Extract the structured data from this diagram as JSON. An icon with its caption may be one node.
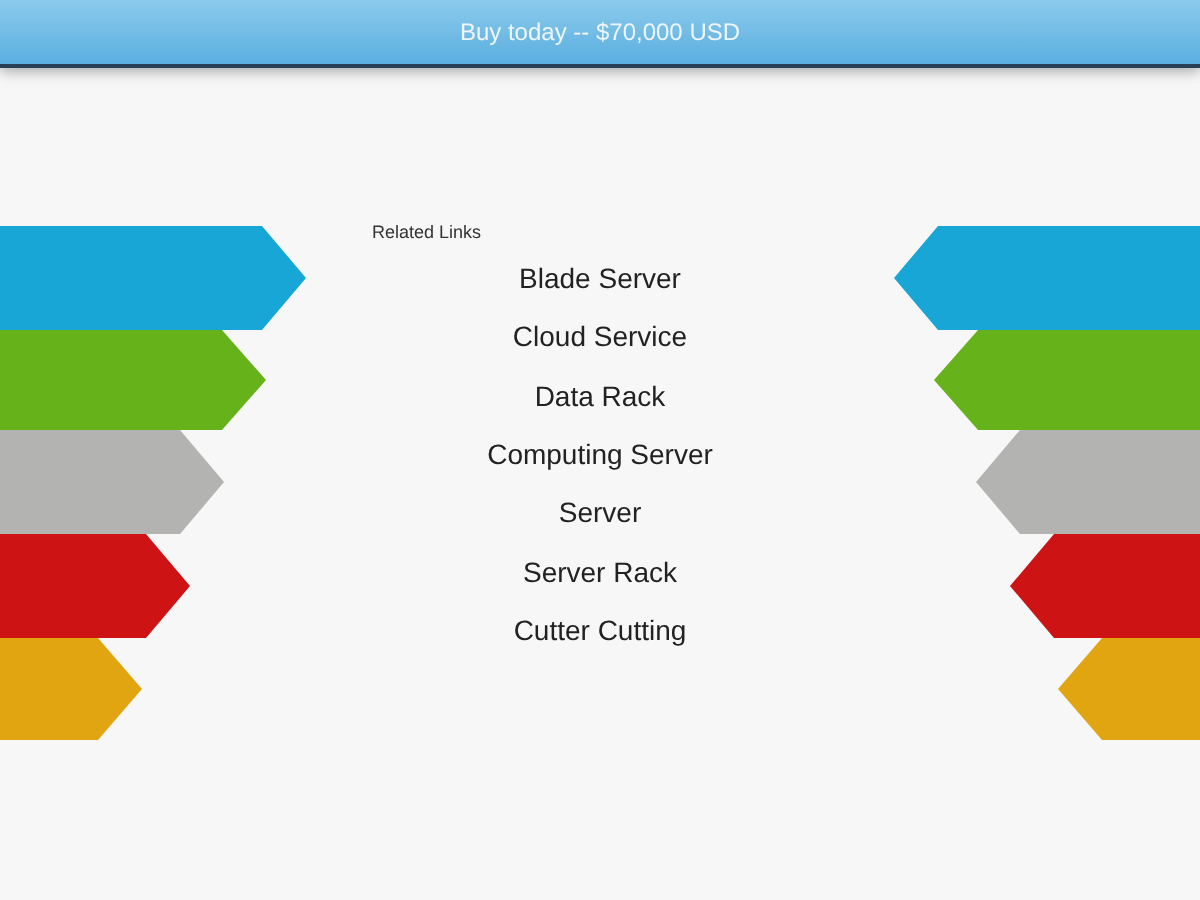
{
  "diagram": {
    "labels": [
      "Buy today -- $70,000 USD",
      "Related Links",
      "Blade Server",
      "Cloud Service",
      "Data Rack",
      "Computing Server",
      "Server",
      "Server Rack",
      "Cutter Cutting"
    ]
  }
}
